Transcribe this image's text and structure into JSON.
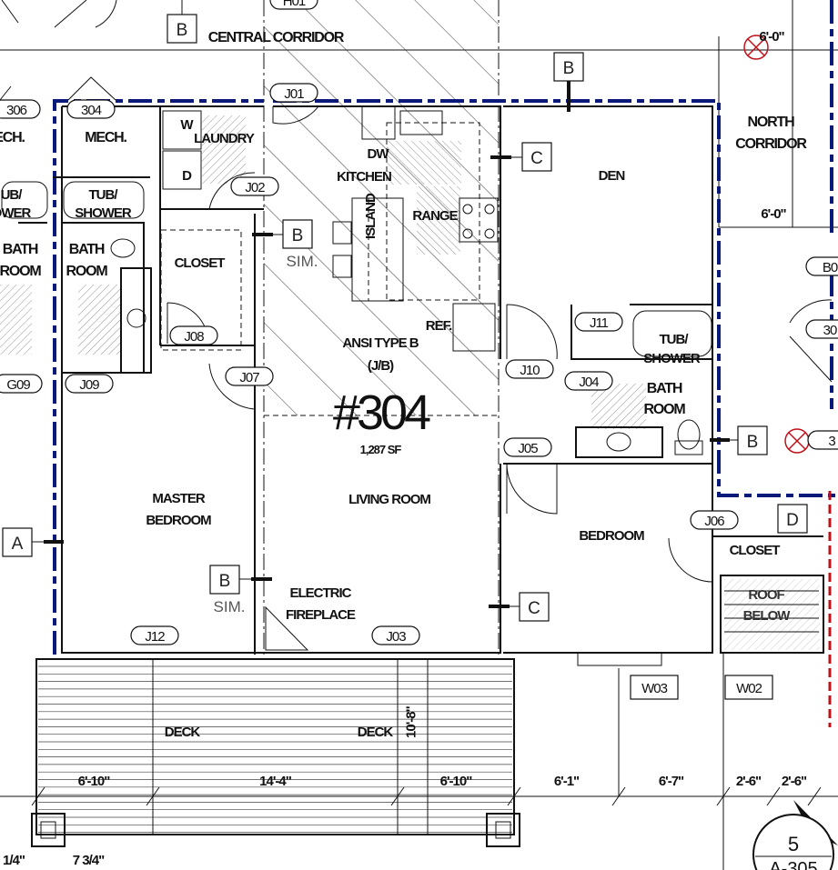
{
  "plan": {
    "unit_number": "#304",
    "unit_type": "ANSI TYPE B",
    "unit_type_code": "(J/B)",
    "area": "1,287 SF",
    "colors": {
      "unit_boundary": "#0a1a7a",
      "fire_wall": "#c0101a",
      "smoke_detector": "#c0101a"
    }
  },
  "corridors": {
    "central": "CENTRAL CORRIDOR",
    "north_1": "NORTH",
    "north_2": "CORRIDOR",
    "width_top": "6'-0\"",
    "width_mid": "6'-0\""
  },
  "rooms": {
    "mech_left": "ECH.",
    "mech": "MECH.",
    "laundry": "LAUNDRY",
    "washer": "W",
    "dryer": "D",
    "dw": "DW",
    "kitchen": "KITCHEN",
    "range": "RANGE",
    "island": "ISLAND",
    "ref": "REF.",
    "closet_master": "CLOSET",
    "bath_left_1": "BATH",
    "bath_left_2": "ROOM",
    "tub_left_1": "UB/",
    "tub_left_2": "OWER",
    "bath_1": "BATH",
    "bath_2": "ROOM",
    "tub_1": "TUB/",
    "tub_2": "SHOWER",
    "den": "DEN",
    "tub_r_1": "TUB/",
    "tub_r_2": "SHOWER",
    "bath_r_1": "BATH",
    "bath_r_2": "ROOM",
    "master_1": "MASTER",
    "master_2": "BEDROOM",
    "living": "LIVING ROOM",
    "fireplace_1": "ELECTRIC",
    "fireplace_2": "FIREPLACE",
    "bedroom": "BEDROOM",
    "closet_bed": "CLOSET",
    "roof_1": "ROOF",
    "roof_2": "BELOW",
    "deck_1": "DECK",
    "deck_2": "DECK"
  },
  "section_tags": {
    "b_top": "B",
    "b_den": "B",
    "b_sim_kitchen": "B",
    "sim_kitchen": "SIM.",
    "c_den": "C",
    "c_bed": "C",
    "b_bath": "B",
    "a_left": "A",
    "b_sim_master": "B",
    "sim_master": "SIM.",
    "d_closet": "D"
  },
  "door_tags": [
    "306",
    "304",
    "J01",
    "J02",
    "J08",
    "J07",
    "G09",
    "J09",
    "J10",
    "J11",
    "J04",
    "J05",
    "J06",
    "J12",
    "J03",
    "H01",
    "B0",
    "30",
    "3"
  ],
  "window_tags": [
    "W03",
    "W02"
  ],
  "dimensions": {
    "deck_depth": "10'-8\"",
    "bottom": [
      "6'-10\"",
      "14'-4\"",
      "6'-10\"",
      "6'-1\"",
      "6'-7\"",
      "2'-6\"",
      "2'-6\""
    ],
    "lower_left_1": "1/4\"",
    "lower_left_2": "7 3/4\""
  },
  "detail_callout": {
    "number": "5",
    "sheet": "A-305"
  }
}
